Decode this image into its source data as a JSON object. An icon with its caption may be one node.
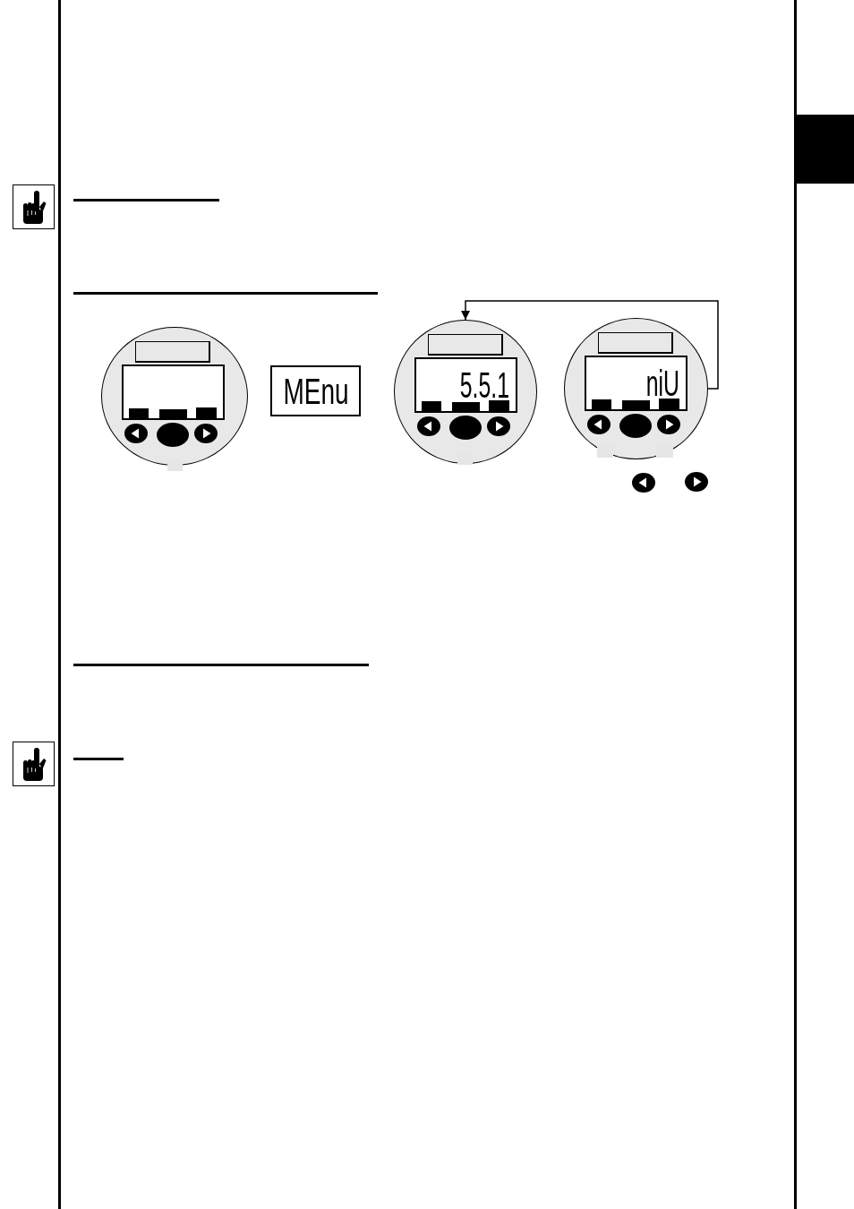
{
  "diagram": {
    "nodes": [
      {
        "text": [],
        "shape": "box"
      },
      {
        "text": [],
        "shape": "circle"
      },
      {
        "text": [],
        "shape": "box",
        "in": 1
      },
      {
        "text": [],
        "shape": "box",
        "in": 1
      },
      {
        "text": [
          "MEnu"
        ]
      },
      {
        "text": [],
        "shape": "circle"
      },
      {
        "text": [],
        "shape": "box",
        "in": 5
      },
      {
        "text": [
          "5.5.1"
        ],
        "in": 5
      },
      {
        "text": [],
        "shape": "circle"
      },
      {
        "text": [],
        "shape": "box",
        "in": 8
      },
      {
        "text": [
          "niU"
        ],
        "in": 8
      }
    ],
    "edges": [
      {
        "from": 8,
        "to": 5,
        "arrow": "to"
      }
    ]
  }
}
